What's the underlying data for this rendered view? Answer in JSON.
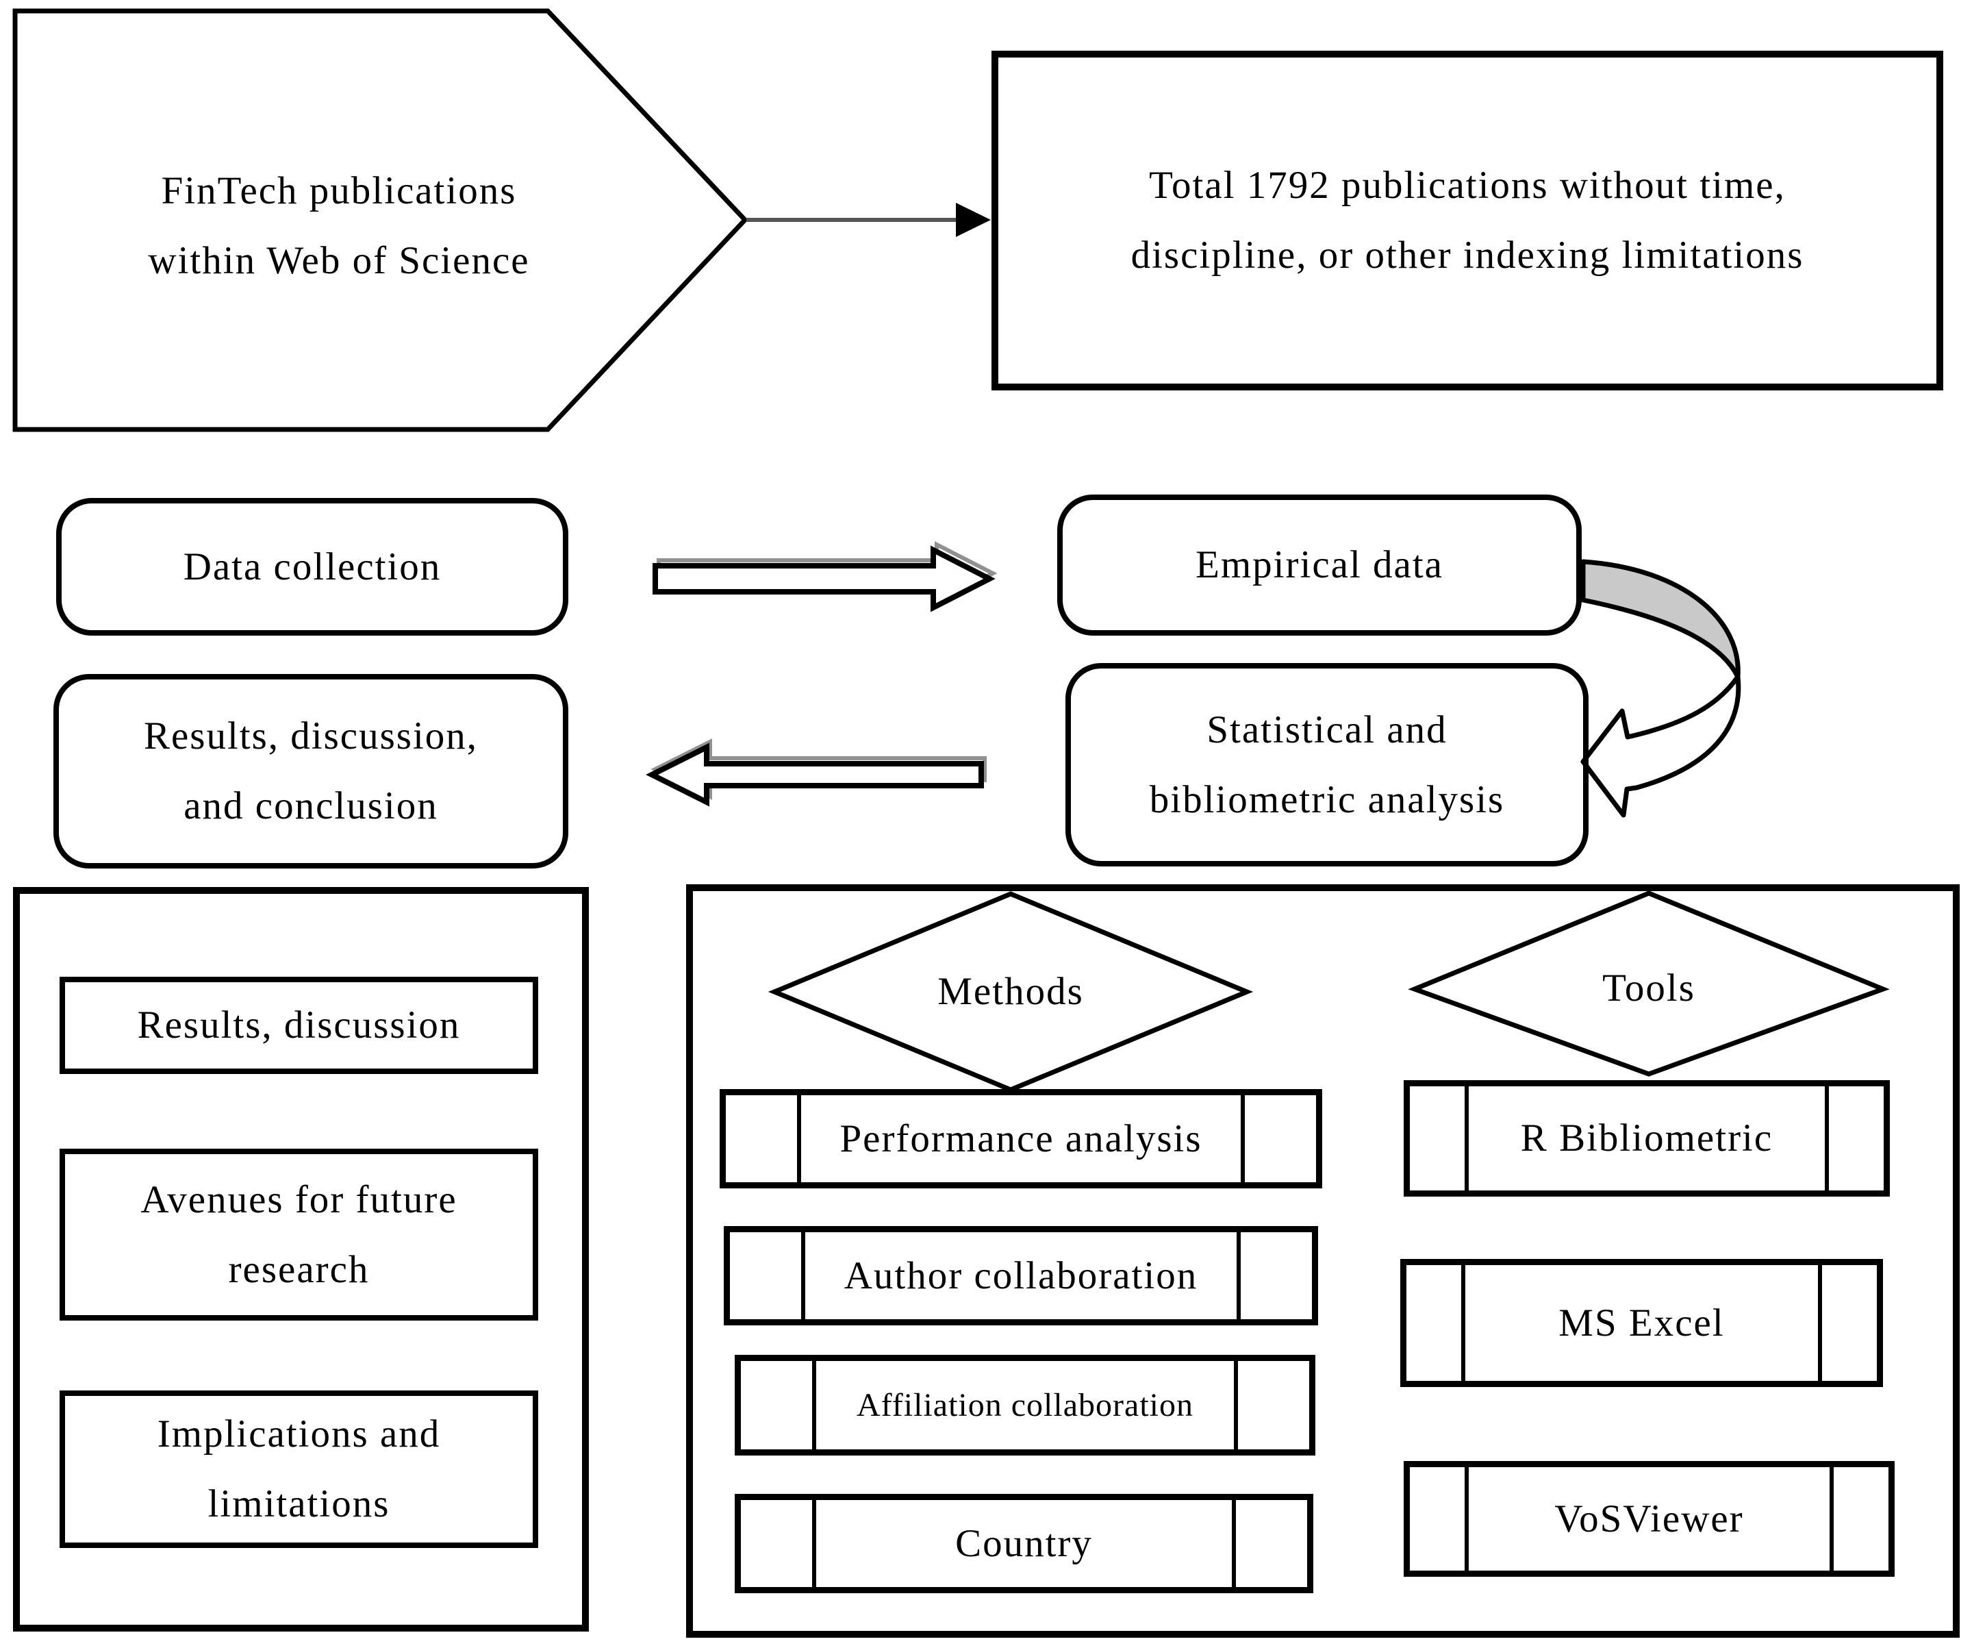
{
  "figure": {
    "type": "research-methodology-flowchart",
    "background": "#ffffff",
    "stroke_color": "#000000",
    "curved_arrow_fill": "#c9c9c9",
    "arrow_shadow_color": "#919191",
    "connector_line_color": "#555555"
  },
  "nodes": {
    "source": {
      "lines": [
        "FinTech publications",
        "within Web of Science"
      ]
    },
    "total": {
      "lines": [
        "Total 1792 publications without time,",
        "discipline, or other indexing limitations"
      ]
    },
    "data_collection": {
      "label": "Data collection"
    },
    "empirical_data": {
      "label": "Empirical data"
    },
    "statistical": {
      "lines": [
        "Statistical and",
        "bibliometric analysis"
      ]
    },
    "results_conclusion": {
      "lines": [
        "Results, discussion,",
        "and conclusion"
      ]
    }
  },
  "results_panel": {
    "items": [
      {
        "lines": [
          "Results, discussion"
        ]
      },
      {
        "lines": [
          "Avenues for future",
          "research"
        ]
      },
      {
        "lines": [
          "Implications and",
          "limitations"
        ]
      }
    ]
  },
  "methods_panel": {
    "diamond_label": "Methods",
    "items": [
      {
        "label": "Performance analysis"
      },
      {
        "label": "Author collaboration"
      },
      {
        "label": "Affiliation collaboration"
      },
      {
        "label": "Country"
      }
    ]
  },
  "tools_panel": {
    "diamond_label": "Tools",
    "items": [
      {
        "label": "R Bibliometric"
      },
      {
        "label": "MS Excel"
      },
      {
        "label": "VoSViewer"
      }
    ]
  }
}
